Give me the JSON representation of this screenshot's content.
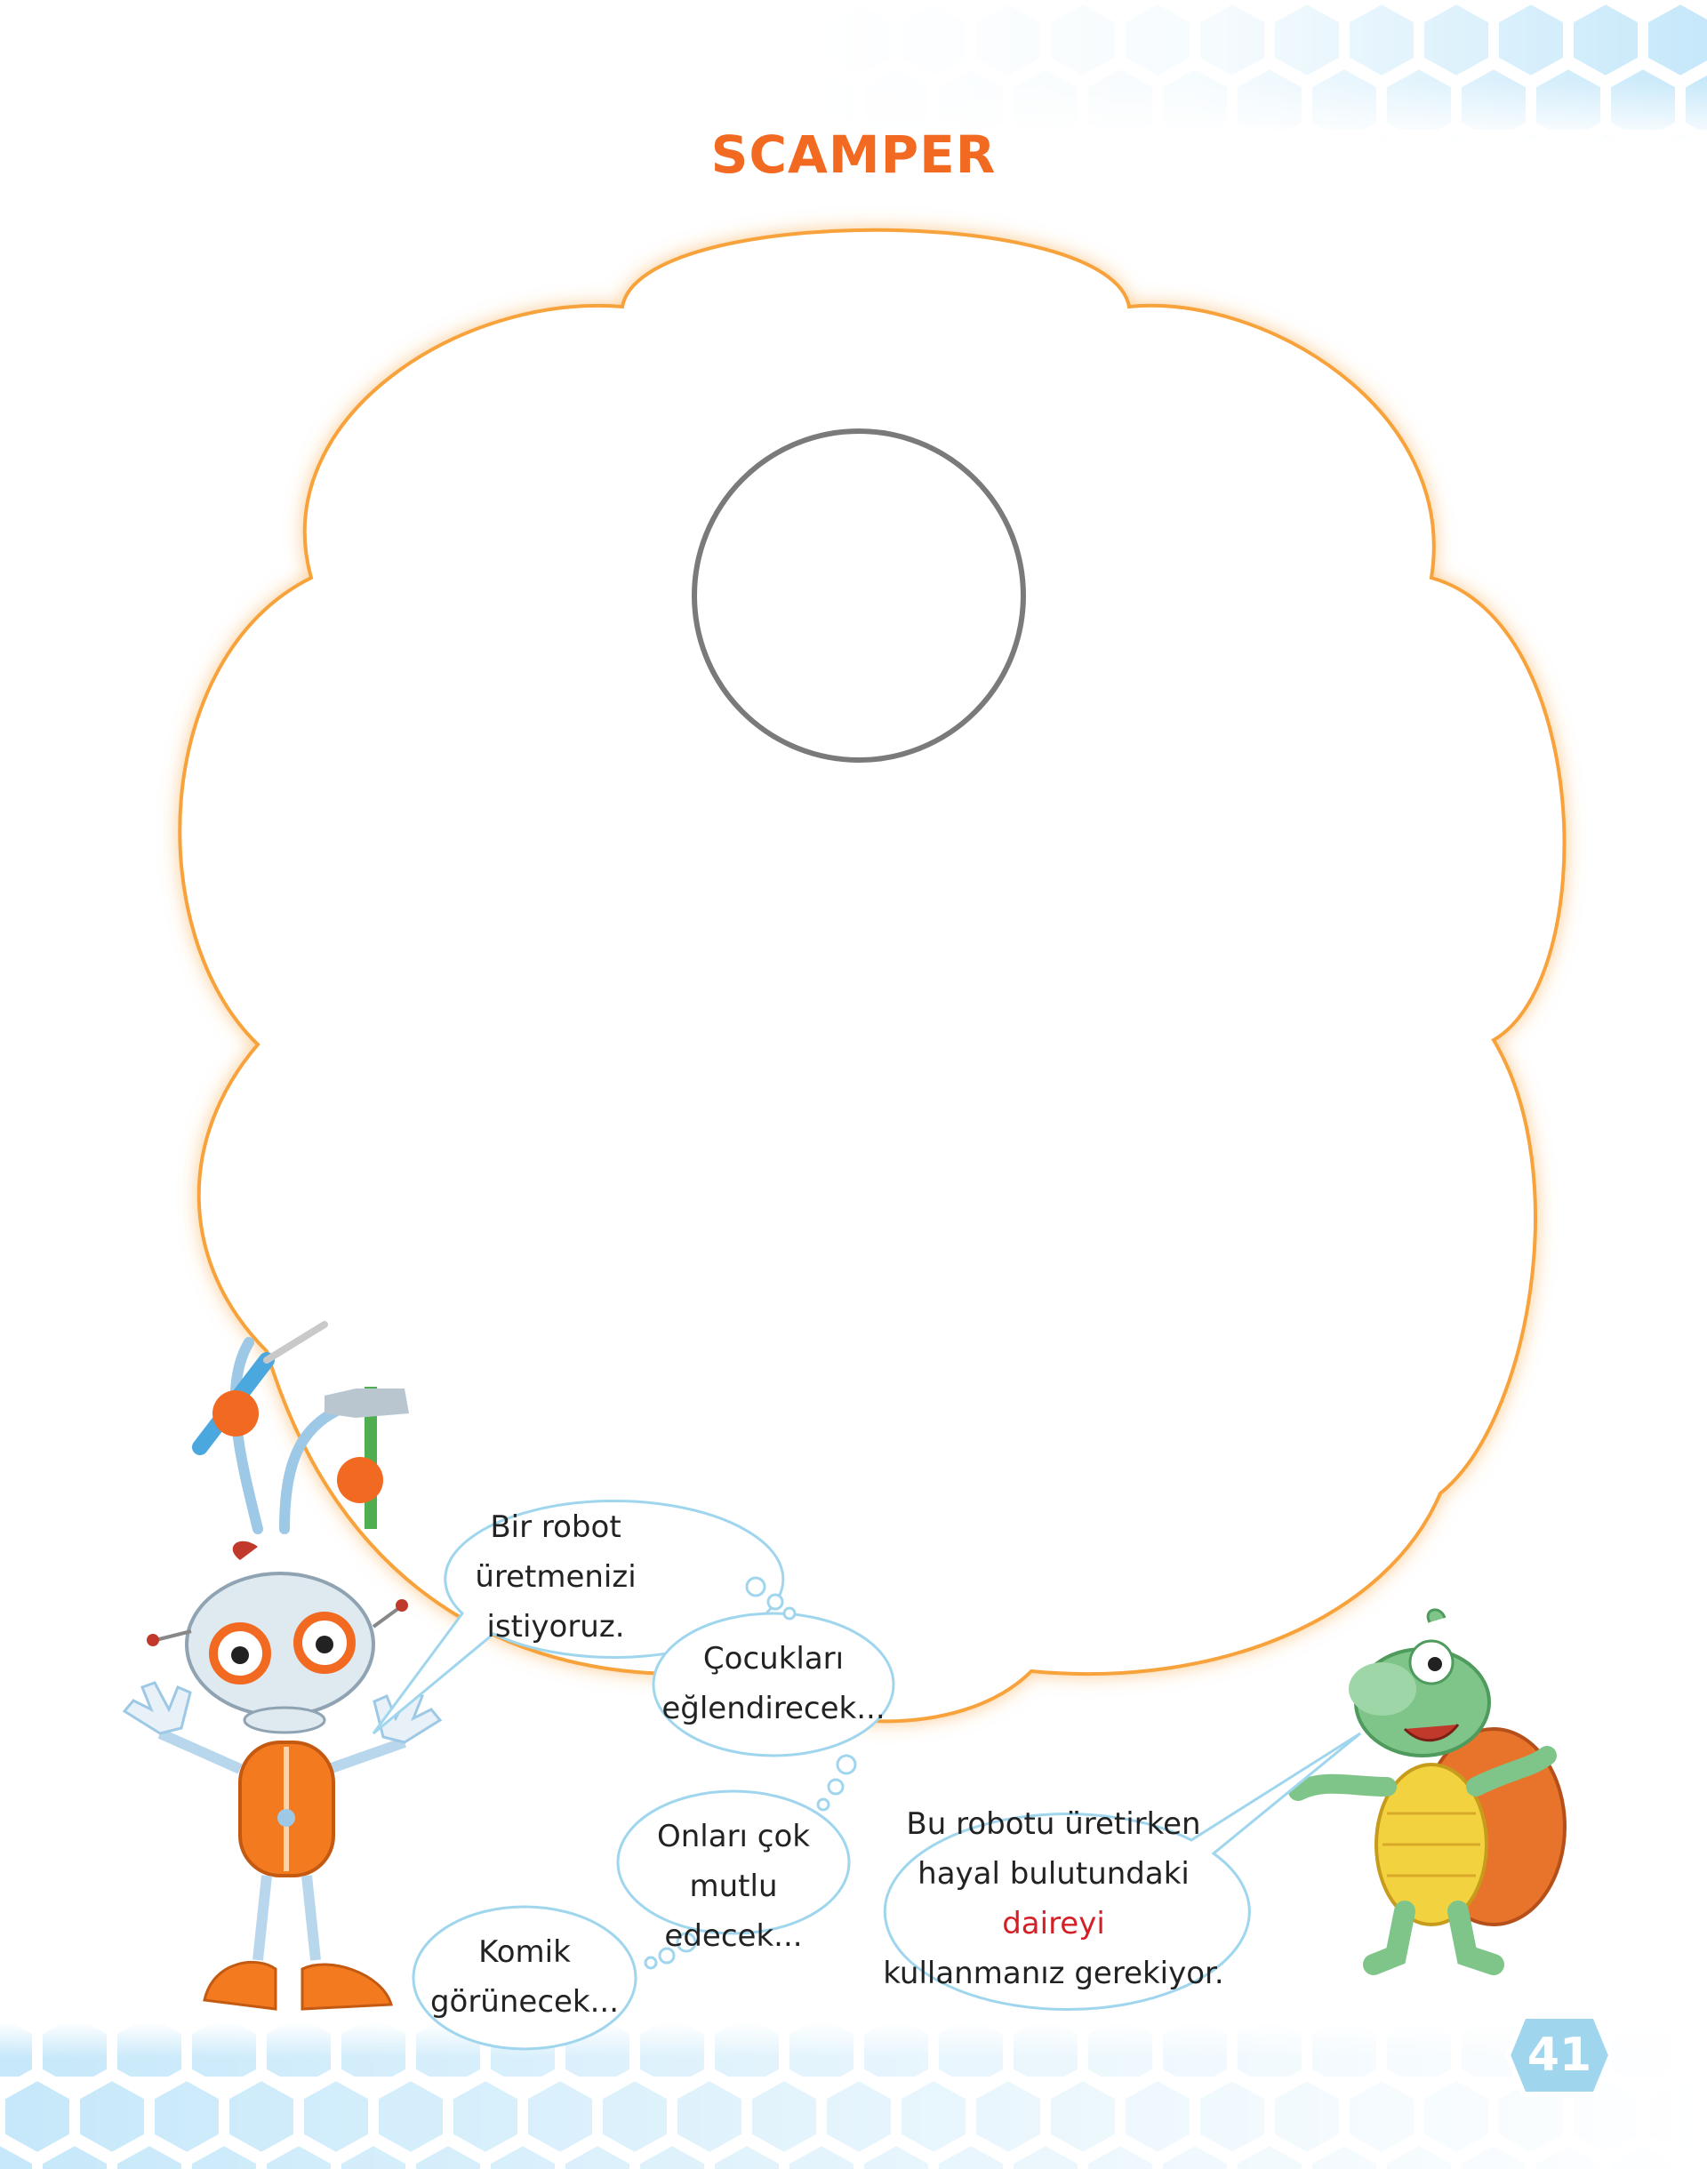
{
  "page": {
    "title": "SCAMPER",
    "page_number": "41"
  },
  "speech": {
    "robot_main": [
      "Bir robot",
      "üretmenizi istiyoruz."
    ],
    "idea_1": [
      "Çocukları",
      "eğlendirecek..."
    ],
    "idea_2": [
      "Onları çok",
      "mutlu edecek..."
    ],
    "idea_3": [
      "Komik",
      "görünecek..."
    ],
    "turtle": {
      "line1": "Bu robotu üretirken",
      "line2_before": "hayal bulutundaki ",
      "line2_accent": "daireyi",
      "line3": "kullanmanız gerekiyor."
    }
  },
  "icons": {
    "robot": "robot-character",
    "turtle": "turtle-character",
    "hammer": "hammer-icon",
    "screwdriver": "screwdriver-icon"
  },
  "colors": {
    "title": "#f26a21",
    "cloud_border": "#f7a23b",
    "bubble_border": "#9fd6ee",
    "hex_pattern": "#b8e2f8",
    "accent_text": "#d32027",
    "circle": "#7a7a7a"
  }
}
